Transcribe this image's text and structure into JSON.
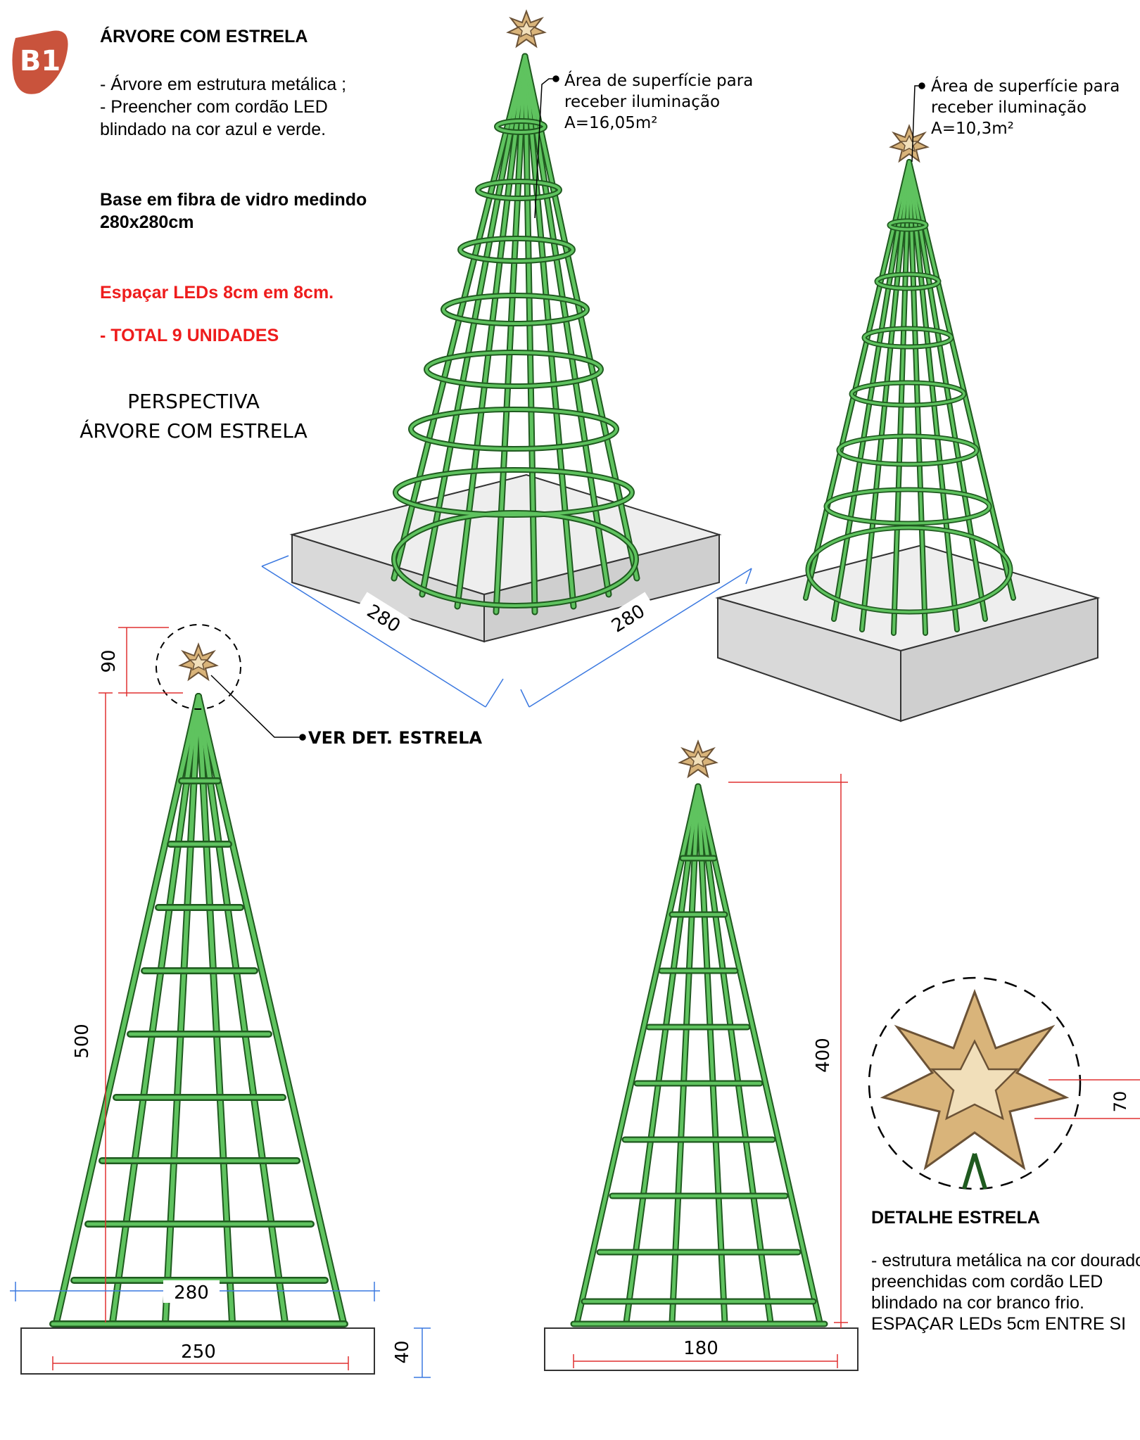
{
  "badge": "B1",
  "title": "ÁRVORE COM ESTRELA",
  "description": "- Árvore em estrutura metálica ;\n- Preencher com cordão LED blindado na cor azul e verde.",
  "base_text": "Base em fibra de vidro medindo 280x280cm",
  "spacing_text": "Espaçar LEDs 8cm em 8cm.",
  "total_text": "- TOTAL 9 UNIDADES",
  "perspective_title": "PERSPECTIVA\nÁRVORE COM ESTRELA",
  "note_large": "Área de superfície para receber iluminação A=16,05m²",
  "note_small": "Área de superfície para receber iluminação A=10,3m²",
  "ver_detalhe": "VER DET. ESTRELA",
  "dims": {
    "base_a": "280",
    "base_b": "280",
    "star_h": "90",
    "tree_h_large": "500",
    "tree_w_large": "280",
    "base_w_large": "250",
    "base_h": "40",
    "tree_h_small": "400",
    "base_w_small": "180",
    "star_detail_h": "70"
  },
  "detail_title": "DETALHE ESTRELA",
  "detail_desc": "- estrutura metálica na cor dourado;\npreenchidas com cordão LED blindado na cor branco frio.\nESPAÇAR LEDs 5cm ENTRE SI",
  "colors": {
    "tree_green": "#5fc35f",
    "tree_dark": "#1f5a1f",
    "red_text": "#ee1c1c",
    "dim_blue": "#3a78e0",
    "dim_red": "#e03030",
    "badge": "#c9533c",
    "base_gray": "#e6e6e6",
    "star_gold": "#d9b47a"
  }
}
